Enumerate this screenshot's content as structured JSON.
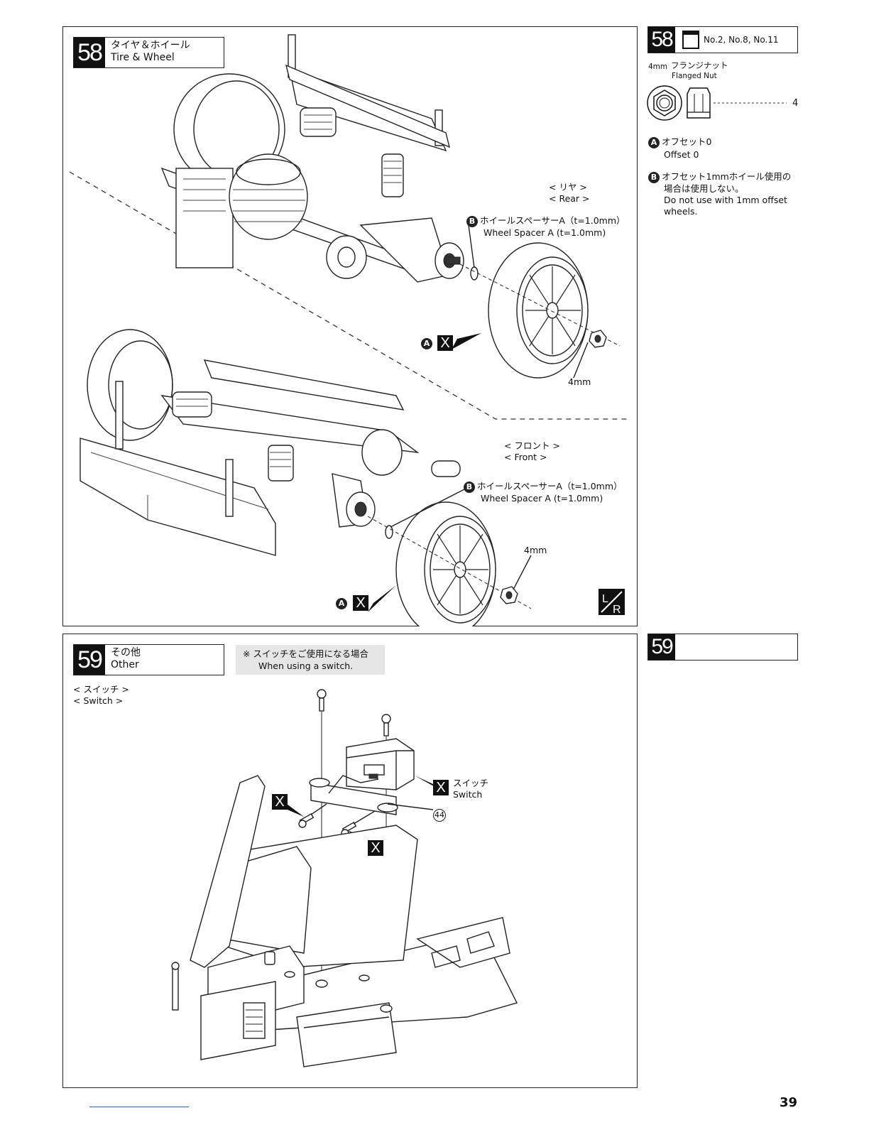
{
  "step58": {
    "number": "58",
    "title_jp": "タイヤ＆ホイール",
    "title_en": "Tire & Wheel",
    "rear_jp": "< リヤ >",
    "rear_en": "< Rear >",
    "front_jp": "< フロント >",
    "front_en": "< Front >",
    "spacer_jp": "ホイールスペーサーA（t=1.0mm）",
    "spacer_en": "Wheel Spacer A (t=1.0mm)",
    "nut_size": "4mm",
    "marker_a": "A",
    "marker_b": "B",
    "marker_x": "X",
    "lr_symbol": "L/R"
  },
  "parts58": {
    "number": "58",
    "bag_label": "No.2, No.8, No.11",
    "part_size": "4mm",
    "part_jp": "フランジナット",
    "part_en": "Flanged Nut",
    "quantity": "4",
    "note_a_jp": "オフセット0",
    "note_a_en": "Offset 0",
    "note_b_jp1": "オフセット1mmホイール使用の",
    "note_b_jp2": "場合は使用しない。",
    "note_b_en1": "Do not use with 1mm offset",
    "note_b_en2": "wheels."
  },
  "step59": {
    "number": "59",
    "title_jp": "その他",
    "title_en": "Other",
    "note_jp": "※ スイッチをご使用になる場合",
    "note_en": "When using a switch.",
    "switch_sec_jp": "< スイッチ >",
    "switch_sec_en": "< Switch >",
    "switch_jp": "スイッチ",
    "switch_en": "Switch",
    "part_ref": "44",
    "marker_x": "X"
  },
  "parts59": {
    "number": "59"
  },
  "page": {
    "number": "39"
  }
}
